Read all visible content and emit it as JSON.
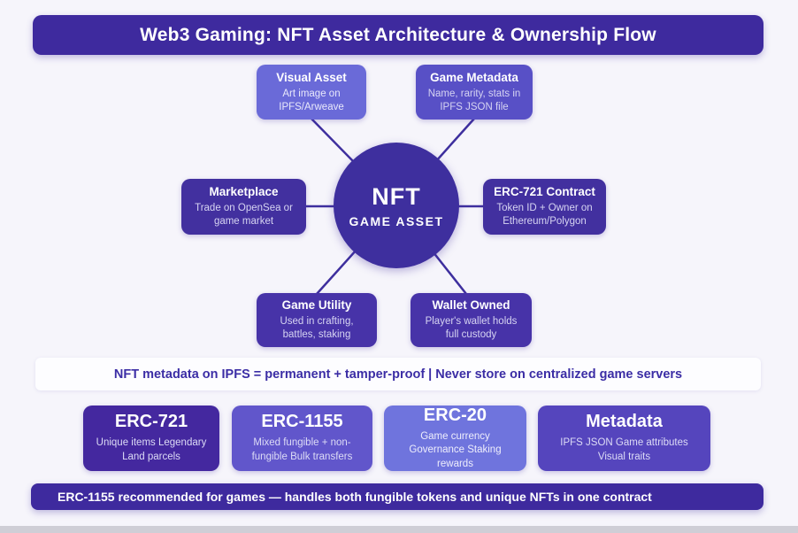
{
  "title": "Web3 Gaming: NFT Asset Architecture & Ownership Flow",
  "hub": {
    "line1": "NFT",
    "line2": "GAME ASSET"
  },
  "nodes": {
    "visual_asset": {
      "title": "Visual Asset",
      "desc": "Art image on IPFS/Arweave"
    },
    "game_metadata": {
      "title": "Game Metadata",
      "desc": "Name, rarity, stats in IPFS JSON file"
    },
    "marketplace": {
      "title": "Marketplace",
      "desc": "Trade on OpenSea or game market"
    },
    "erc721_contract": {
      "title": "ERC-721 Contract",
      "desc": "Token ID + Owner on Ethereum/Polygon"
    },
    "game_utility": {
      "title": "Game Utility",
      "desc": "Used in crafting, battles, staking"
    },
    "wallet_owned": {
      "title": "Wallet Owned",
      "desc": "Player's wallet holds full custody"
    }
  },
  "note_banner": "NFT metadata on IPFS = permanent + tamper-proof | Never store on centralized game servers",
  "standards": {
    "erc721": {
      "title": "ERC-721",
      "desc": "Unique items Legendary Land parcels"
    },
    "erc1155": {
      "title": "ERC-1155",
      "desc": "Mixed fungible + non-fungible Bulk transfers"
    },
    "erc20": {
      "title": "ERC-20",
      "desc": "Game currency Governance Staking rewards"
    },
    "metadata": {
      "title": "Metadata",
      "desc": "IPFS JSON Game attributes Visual traits"
    }
  },
  "footer_banner": "ERC-1155 recommended for games — handles both fungible tokens and unique NFTs in one contract",
  "colors": {
    "background": "#f6f5fb",
    "banner": "#3e2a9e",
    "hub_circle": "#3e2f9e",
    "node_dark": "#42309f",
    "node_medium": "#5850c6",
    "node_light": "#6a6ad8",
    "std_erc721": "#44289f",
    "std_erc1155": "#6156cb",
    "std_erc20": "#6f74dd",
    "std_metadata": "#5545bd",
    "note_text": "#3b2da5",
    "connector_line": "#3e2f9e"
  }
}
